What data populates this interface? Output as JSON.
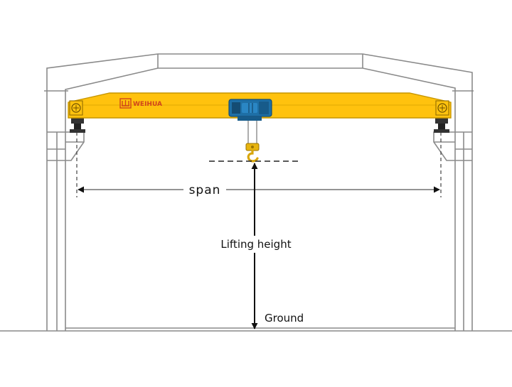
{
  "labels": {
    "span": "span",
    "lifting_height": "Lifting height",
    "ground": "Ground"
  },
  "brand": {
    "name": "WEIHUA",
    "logo_glyph": "山"
  },
  "colors": {
    "beam": "#ffc20e",
    "beam_stroke": "#c79600",
    "hoist": "#1e6fa6",
    "hoist_dark": "#144c73",
    "hook": "#e7b410",
    "structure": "#8a8a8a",
    "arrow": "#111111",
    "brand": "#d0451b"
  },
  "icons": [
    "crane-beam",
    "electric-hoist",
    "hook",
    "end-truck-wheel",
    "arrowhead"
  ]
}
